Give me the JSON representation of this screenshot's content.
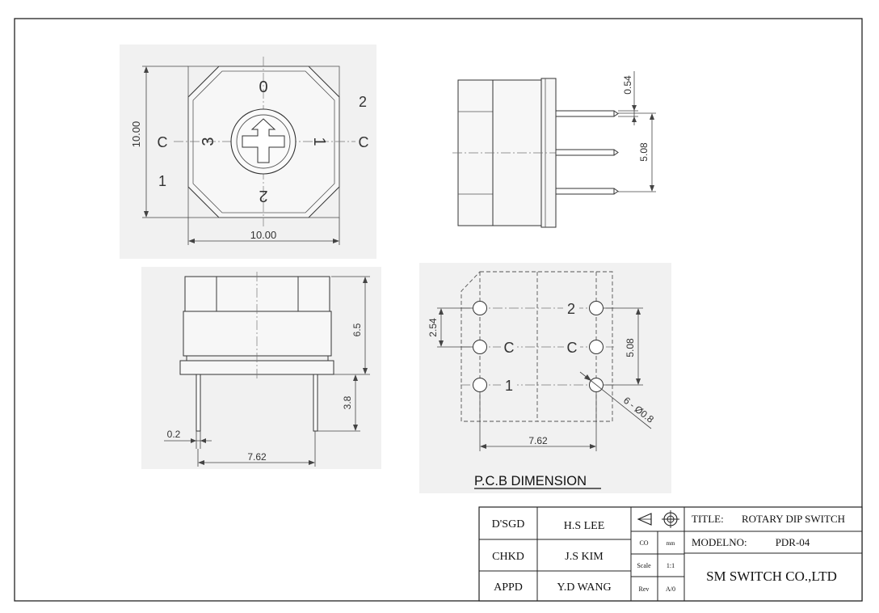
{
  "top_view": {
    "dim_height": "10.00",
    "dim_width": "10.00",
    "dial_digits": [
      "0",
      "1",
      "2",
      "3"
    ],
    "terminal_labels": {
      "left_c": "C",
      "left_1": "1",
      "right_2": "2",
      "right_c": "C"
    }
  },
  "side_view": {
    "dim_pin_offset": "0.54",
    "dim_pin_pitch": "5.08"
  },
  "front_view": {
    "dim_body_height": "6.5",
    "dim_pin_length": "3.8",
    "dim_pin_width": "0.2",
    "dim_pin_span": "7.62"
  },
  "pcb_view": {
    "title": "P.C.B DIMENSION",
    "dim_row_pitch": "2.54",
    "dim_outer_rows": "5.08",
    "dim_col_span": "7.62",
    "hole_callout": "6 - Ø0.8",
    "pin_labels": {
      "top_right": "2",
      "mid_left": "C",
      "mid_right": "C",
      "bottom_left": "1"
    }
  },
  "title_block": {
    "designed_label": "D'SGD",
    "designed_by": "H.S LEE",
    "checked_label": "CHKD",
    "checked_by": "J.S KIM",
    "approved_label": "APPD",
    "approved_by": "Y.D WANG",
    "units_code": "CO",
    "units": "mm",
    "scale_label": "Scale",
    "scale": "1:1",
    "rev_label": "Rev",
    "rev": "A/0",
    "title_label": "TITLE:",
    "title": "ROTARY DIP SWITCH",
    "model_label": "MODELNO:",
    "model": "PDR-04",
    "company": "SM SWITCH CO.,LTD"
  }
}
